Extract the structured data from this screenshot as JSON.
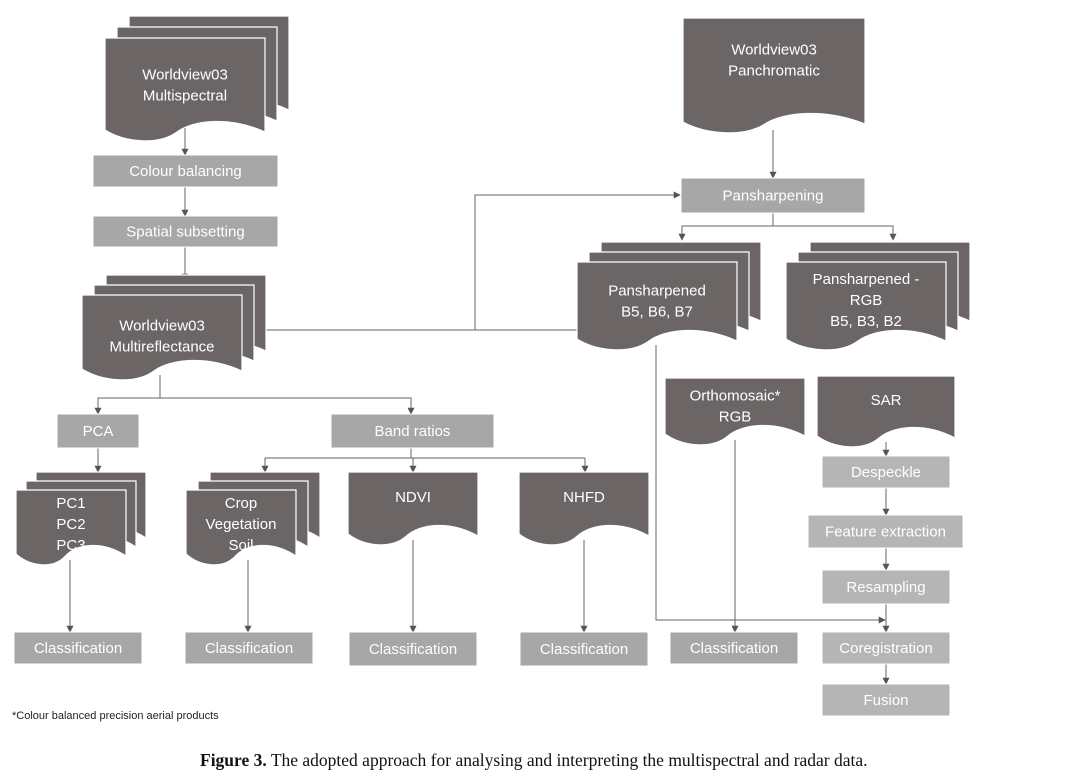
{
  "nodes": {
    "wv_ms": [
      "Worldview03",
      "Multispectral"
    ],
    "wv_pan": [
      "Worldview03",
      "Panchromatic"
    ],
    "colour_balancing": "Colour balancing",
    "spatial_subsetting": "Spatial subsetting",
    "pansharpening": "Pansharpening",
    "wv_mr": [
      "Worldview03",
      "Multireflectance"
    ],
    "ps_b567": [
      "Pansharpened",
      "B5, B6, B7"
    ],
    "ps_rgb": [
      "Pansharpened -",
      "RGB",
      "B5, B3, B2"
    ],
    "pca": "PCA",
    "band_ratios": "Band ratios",
    "pcs": [
      "PC1",
      "PC2",
      "PC3"
    ],
    "cvs": [
      "Crop",
      "Vegetation",
      "Soil"
    ],
    "ndvi": "NDVI",
    "nhfd": "NHFD",
    "ortho": [
      "Orthomosaic*",
      "RGB"
    ],
    "sar": "SAR",
    "despeckle": "Despeckle",
    "feature_extraction": "Feature extraction",
    "resampling": "Resampling",
    "classification": "Classification",
    "coregistration": "Coregistration",
    "fusion": "Fusion"
  },
  "footnote": "*Colour balanced precision aerial products",
  "caption": {
    "label": "Figure 3.",
    "text": " The adopted approach for analysing and interpreting the multispectral and radar data."
  },
  "colors": {
    "dark_shape": "#6b6566",
    "light_box": "#a7a7a7",
    "lighter_box": "#b5b5b5",
    "line": "#666666"
  }
}
